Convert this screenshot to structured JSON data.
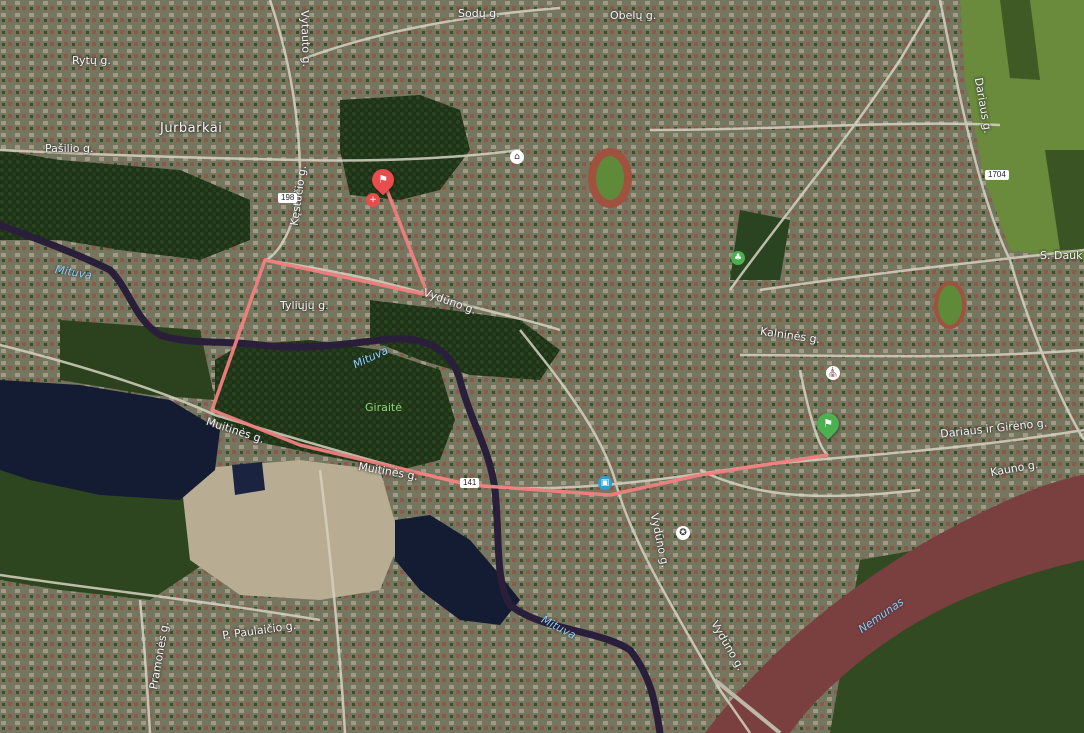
{
  "map": {
    "colors": {
      "route": "#f08080",
      "river_mituva": "#2a1f3a",
      "river_nemunas": "#7a3f3f",
      "lake": "#141c33",
      "forest": "#243a1c",
      "urban": "#6f7163",
      "field": "#5c7a36",
      "start_marker": "#e84c4c",
      "end_marker": "#4caf50"
    },
    "labels": {
      "rytu": "Rytų g.",
      "sodu": "Sodų g.",
      "obelu": "Obelų g.",
      "jurbarkai": "Jurbarkai",
      "pasilio": "Pašilio g.",
      "mituva_west": "Mituva",
      "mituva_center": "Mituva",
      "mituva_south": "Mituva",
      "nemunas": "Nemunas",
      "giraite": "Giraitė",
      "vytauto": "Vytauto g.",
      "kestucio": "Kęstučio g.",
      "vydunio_north": "Vydūno g.",
      "vydunio_south": "Vydūno g.",
      "vydunio_lower": "Vydūno g.",
      "muitines_west": "Muitinės g.",
      "muitines_east": "Muitinės g.",
      "kalnines": "Kalninės g.",
      "dariaus_gireno": "Dariaus ir Girėno g.",
      "kauno": "Kauno g.",
      "s_dauk": "S. Dauk",
      "p_paulaicio": "P. Paulaičio g.",
      "dariaus_right": "Dariaus g.",
      "tyliuju": "Tyliųjų g.",
      "pramones": "Pramonės g."
    },
    "road_shields": {
      "r198": "198",
      "r141": "141",
      "r1704": "1704"
    },
    "poi_icons": [
      {
        "name": "hospital-icon",
        "glyph": "+"
      },
      {
        "name": "shopping-icon",
        "glyph": "⌂"
      },
      {
        "name": "park-icon",
        "glyph": "♣"
      },
      {
        "name": "church-icon",
        "glyph": "⛪"
      },
      {
        "name": "bus-stop-icon",
        "glyph": "▣"
      },
      {
        "name": "monument-icon",
        "glyph": "✪"
      }
    ],
    "start_marker_icon": "flag-icon",
    "end_marker_icon": "flag-icon"
  }
}
